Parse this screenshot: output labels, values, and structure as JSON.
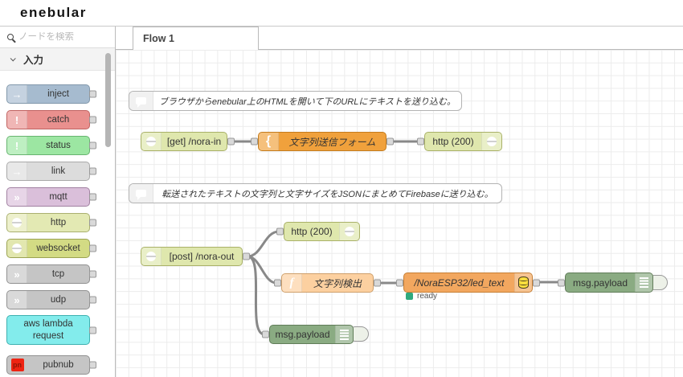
{
  "header": {
    "logo": "enebular"
  },
  "sidebar": {
    "search": {
      "placeholder": "ノードを検索",
      "icon": "search-icon"
    },
    "category": {
      "label": "入力",
      "icon": "chevron-down-icon"
    },
    "nodes": [
      {
        "label": "inject",
        "color": "#a6bbcf",
        "border": "#8298ab",
        "icon": "inject-arrow-icon",
        "glyph": "→"
      },
      {
        "label": "catch",
        "color": "#e9908e",
        "border": "#c16462",
        "icon": "exclamation-icon",
        "glyph": "!"
      },
      {
        "label": "status",
        "color": "#9ce6a2",
        "border": "#68b470",
        "icon": "exclamation-icon",
        "glyph": "!"
      },
      {
        "label": "link",
        "color": "#dcdcdc",
        "border": "#a9a9a9",
        "icon": "link-arrow-icon",
        "glyph": "→"
      },
      {
        "label": "mqtt",
        "color": "#dabfda",
        "border": "#a282a2",
        "icon": "ripple-icon",
        "glyph": "»"
      },
      {
        "label": "http",
        "color": "#e3e9b3",
        "border": "#aab06f",
        "icon": "globe-icon",
        "glyph": ""
      },
      {
        "label": "websocket",
        "color": "#d3db84",
        "border": "#9ba353",
        "icon": "globe-icon",
        "glyph": ""
      },
      {
        "label": "tcp",
        "color": "#c5c5c5",
        "border": "#919191",
        "icon": "ripple-icon",
        "glyph": "»"
      },
      {
        "label": "udp",
        "color": "#c5c5c5",
        "border": "#919191",
        "icon": "ripple-icon",
        "glyph": "»"
      },
      {
        "label": "aws lambda request",
        "color": "#83ecec",
        "border": "#3fb1b1",
        "icon": "",
        "glyph": ""
      },
      {
        "label": "pubnub",
        "color": "#c5c5c5",
        "border": "#919191",
        "icon": "pubnub-icon",
        "glyph": "pn"
      }
    ]
  },
  "tabs": [
    {
      "label": "Flow 1"
    }
  ],
  "flow": {
    "comments": [
      {
        "text": "ブラウザからenebular上のHTMLを開いて下のURLにテキストを送り込む。"
      },
      {
        "text": "転送されたテキストの文字列と文字サイズをJSONにまとめてFirebaseに送り込む。"
      }
    ],
    "nodes": [
      {
        "label": "[get] /nora-in",
        "type": "http-in",
        "color": "#dfe7ad"
      },
      {
        "label": "文字列送信フォーム",
        "type": "template",
        "color": "#f0a13c"
      },
      {
        "label": "http (200)",
        "type": "http-response",
        "color": "#dfe7ad"
      },
      {
        "label": "[post] /nora-out",
        "type": "http-in",
        "color": "#dfe7ad"
      },
      {
        "label": "http (200)",
        "type": "http-response",
        "color": "#dfe7ad"
      },
      {
        "label": "文字列検出",
        "type": "function",
        "color": "#fcd0a0"
      },
      {
        "label": "/NoraESP32/led_text",
        "type": "firebase",
        "color": "#f2a75f",
        "status": "ready"
      },
      {
        "label": "msg.payload",
        "type": "debug",
        "color": "#8aab82"
      },
      {
        "label": "msg.payload",
        "type": "debug",
        "color": "#8aab82"
      }
    ],
    "status_colors": {
      "ready_dot": "#2fa97e"
    },
    "wire_color": "#888888"
  }
}
